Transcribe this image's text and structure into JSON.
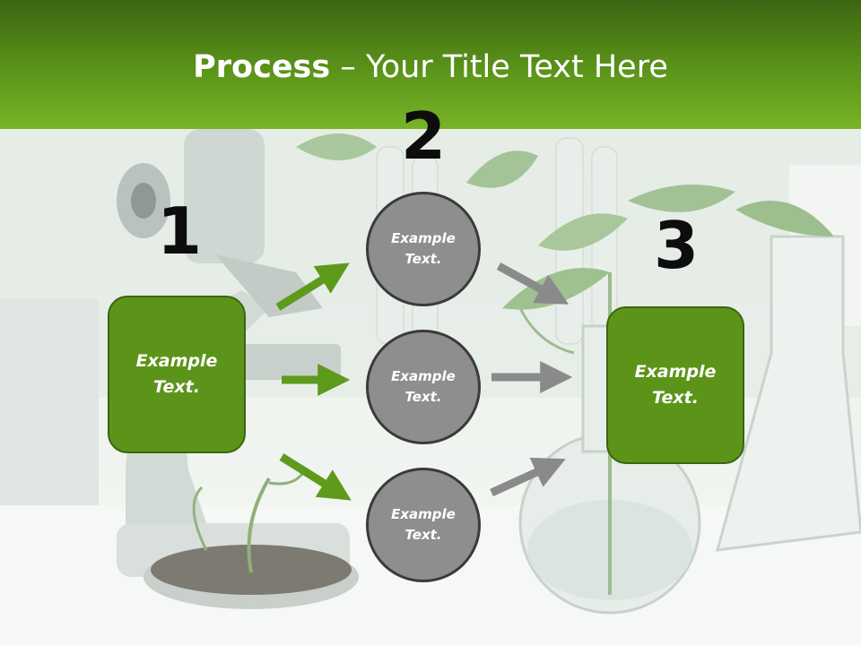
{
  "slide": {
    "title_bold": "Process",
    "title_rest": " – Your Title Text Here",
    "step_numbers": [
      "1",
      "2",
      "3"
    ],
    "left_box": "Example\nText.",
    "circles": [
      "Example\nText.",
      "Example\nText.",
      "Example\nText."
    ],
    "right_box": "Example\nText."
  },
  "colors": {
    "header_green": "#5b9419",
    "box_green": "#5c9419",
    "circle_gray": "#8e8e8e",
    "green_arrow": "#5e9a1c",
    "gray_arrow": "#8a8a8a"
  }
}
